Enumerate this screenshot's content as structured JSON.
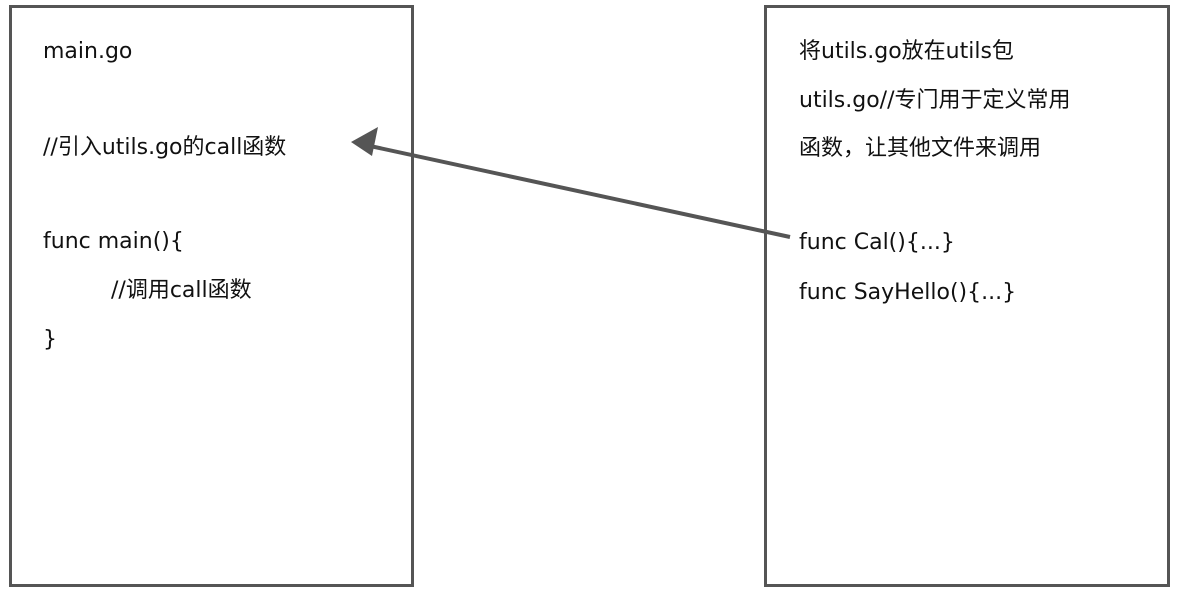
{
  "left_box": {
    "lines": [
      "main.go",
      "//引入utils.go的call函数",
      "func main(){",
      "//调用call函数",
      "}"
    ]
  },
  "right_box": {
    "lines": [
      "将utils.go放在utils包",
      "utils.go//专门用于定义常用",
      "函数，让其他文件来调用",
      "func Cal(){...}",
      "func SayHello(){...}"
    ]
  },
  "colors": {
    "border": "#555555",
    "arrow": "#555555",
    "text": "#111111"
  }
}
